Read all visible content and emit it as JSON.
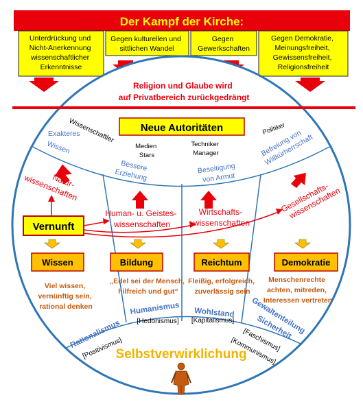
{
  "header": {
    "title": "Der Kampf der Kirche:"
  },
  "boxes": [
    [
      "Unterdrückung und",
      "Nicht-Anerkennung",
      "wissenschaftlicher",
      "Erkenntnisse"
    ],
    [
      "Gegen kulturellen und",
      "sittlichen Wandel"
    ],
    [
      "Gegen",
      "Gewerkschaften"
    ],
    [
      "Gegen Demokratie,",
      "Meinungsfreiheit,",
      "Gewissensfreiheit,",
      "Religionsfreiheit"
    ]
  ],
  "religion": [
    "Religion und Glaube wird",
    "auf Privatbereich zurückgedrängt"
  ],
  "authorities": {
    "title": "Neue Autoritäten",
    "wissenschaftler": "Wissenschaftler",
    "medien": [
      "Medien",
      "Stars"
    ],
    "techniker": [
      "Techniker",
      "Manager"
    ],
    "politiker": "Politiker"
  },
  "arcs": {
    "exakteres_wissen": [
      "Exakteres",
      "Wissen"
    ],
    "bessere_erziehung": [
      "Bessere",
      "Erziehung"
    ],
    "beseitigung_armut": [
      "Beseitigung",
      "von Armut"
    ],
    "befreiung": [
      "Befreiung von",
      "Willkürherrschaft"
    ]
  },
  "sciences": {
    "natur": [
      "Natur-",
      "wissenschaften"
    ],
    "human": [
      "Human- u. Geistes-",
      "wissenschaften"
    ],
    "wirtschaft": [
      "Wirtschafts-",
      "wissenschaften"
    ],
    "gesellschaft": [
      "Gesellschafts-",
      "wissenschaften"
    ]
  },
  "vernunft": "Vernunft",
  "columns": [
    {
      "title": "Wissen",
      "text": [
        "Viel wissen,",
        "vernünftig sein,",
        "rational denken"
      ]
    },
    {
      "title": "Bildung",
      "text": [
        "„Edel sei der Mensch,",
        "hilfreich und gut“"
      ]
    },
    {
      "title": "Reichtum",
      "text": [
        "Fleißig, erfolgreich,",
        "zuverlässig sein"
      ]
    },
    {
      "title": "Demokratie",
      "text": [
        "Menschenrechte",
        "achten, mitreden,",
        "Interessen vertreten"
      ]
    }
  ],
  "isms": {
    "rationalismus": "Rationalismus",
    "positivismus": "[Positivismus]",
    "humanismus": "Humanismus",
    "hedonismus": "[Hedonismus]",
    "wohlstand": "Wohlstand",
    "kapitalismus": "[Kapitalismus]",
    "gewaltenteilung": "Gewaltenteilung",
    "sicherheit": "Sicherheit",
    "faschismus": "[Faschismus]",
    "kommunismus": "[Kommunismus]"
  },
  "selbst": "Selbstverwirklichung",
  "colors": {
    "red": "#e8000b",
    "yellow": "#ffff00",
    "orange": "#ffc000",
    "blue_text": "#4472c4",
    "brown_text": "#c55a11",
    "circle": "#2e75b6",
    "gold_text": "#f0b400"
  }
}
